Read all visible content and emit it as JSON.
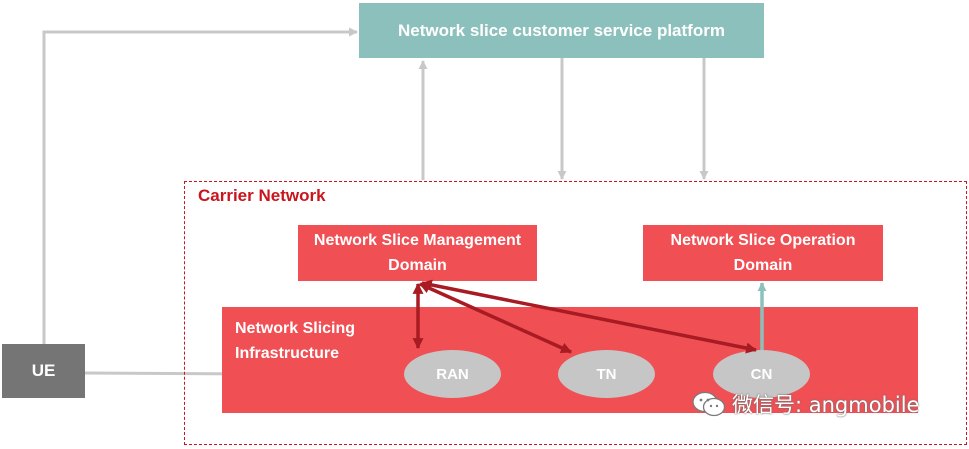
{
  "platform": {
    "label": "Network slice customer service platform"
  },
  "carrier_network": {
    "label": "Carrier Network"
  },
  "management_domain": {
    "label": "Network Slice Management Domain"
  },
  "operation_domain": {
    "label": "Network Slice Operation Domain"
  },
  "infrastructure": {
    "label": "Network Slicing Infrastructure"
  },
  "nodes": {
    "ran": "RAN",
    "tn": "TN",
    "cn": "CN"
  },
  "ue": {
    "label": "UE"
  },
  "watermark": {
    "text": "微信号: angmobile",
    "icon": "wechat-icon"
  },
  "colors": {
    "platform_fill": "#8cc0bc",
    "carrier_border": "#c9151e",
    "domain_fill": "#f04f54",
    "infrastructure_fill": "#f04f54",
    "node_fill": "#c6c6c6",
    "ue_fill": "#757575",
    "management_arrows": "#a81b22",
    "operation_arrow": "#8cc0bc",
    "connector": "#c8c8c8"
  }
}
